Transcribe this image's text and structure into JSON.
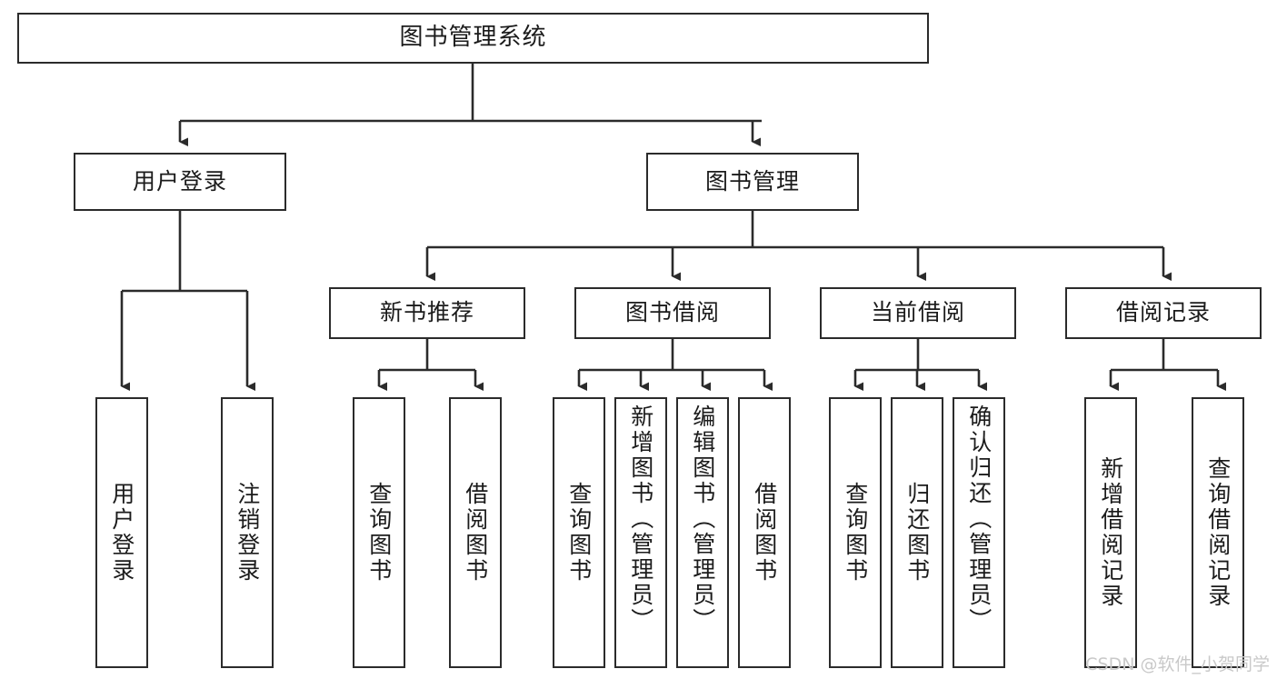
{
  "diagram": {
    "type": "tree",
    "title": "图书管理系统",
    "root": {
      "label": "图书管理系统"
    },
    "level2": [
      {
        "label": "用户登录"
      },
      {
        "label": "图书管理"
      }
    ],
    "level3": [
      {
        "label": "新书推荐"
      },
      {
        "label": "图书借阅"
      },
      {
        "label": "当前借阅"
      },
      {
        "label": "借阅记录"
      }
    ],
    "leaves": {
      "user_login": [
        {
          "label": "用户登录"
        },
        {
          "label": "注销登录"
        }
      ],
      "new_book": [
        {
          "label": "查询图书"
        },
        {
          "label": "借阅图书"
        }
      ],
      "book_borrow": [
        {
          "label": "查询图书"
        },
        {
          "label": "新增图书（管理员）"
        },
        {
          "label": "编辑图书（管理员）"
        },
        {
          "label": "借阅图书"
        }
      ],
      "current_borrow": [
        {
          "label": "查询图书"
        },
        {
          "label": "归还图书"
        },
        {
          "label": "确认归还（管理员）"
        }
      ],
      "borrow_record": [
        {
          "label": "新增借阅记录"
        },
        {
          "label": "查询借阅记录"
        }
      ]
    }
  },
  "watermark": {
    "text": "CSDN @软件_小贺同学"
  },
  "colors": {
    "box_border": "#2b2b2b",
    "box_fill": "#ffffff",
    "connector": "#2b2b2b",
    "text": "#1b1b1b",
    "watermark": "#c9c9c9"
  }
}
